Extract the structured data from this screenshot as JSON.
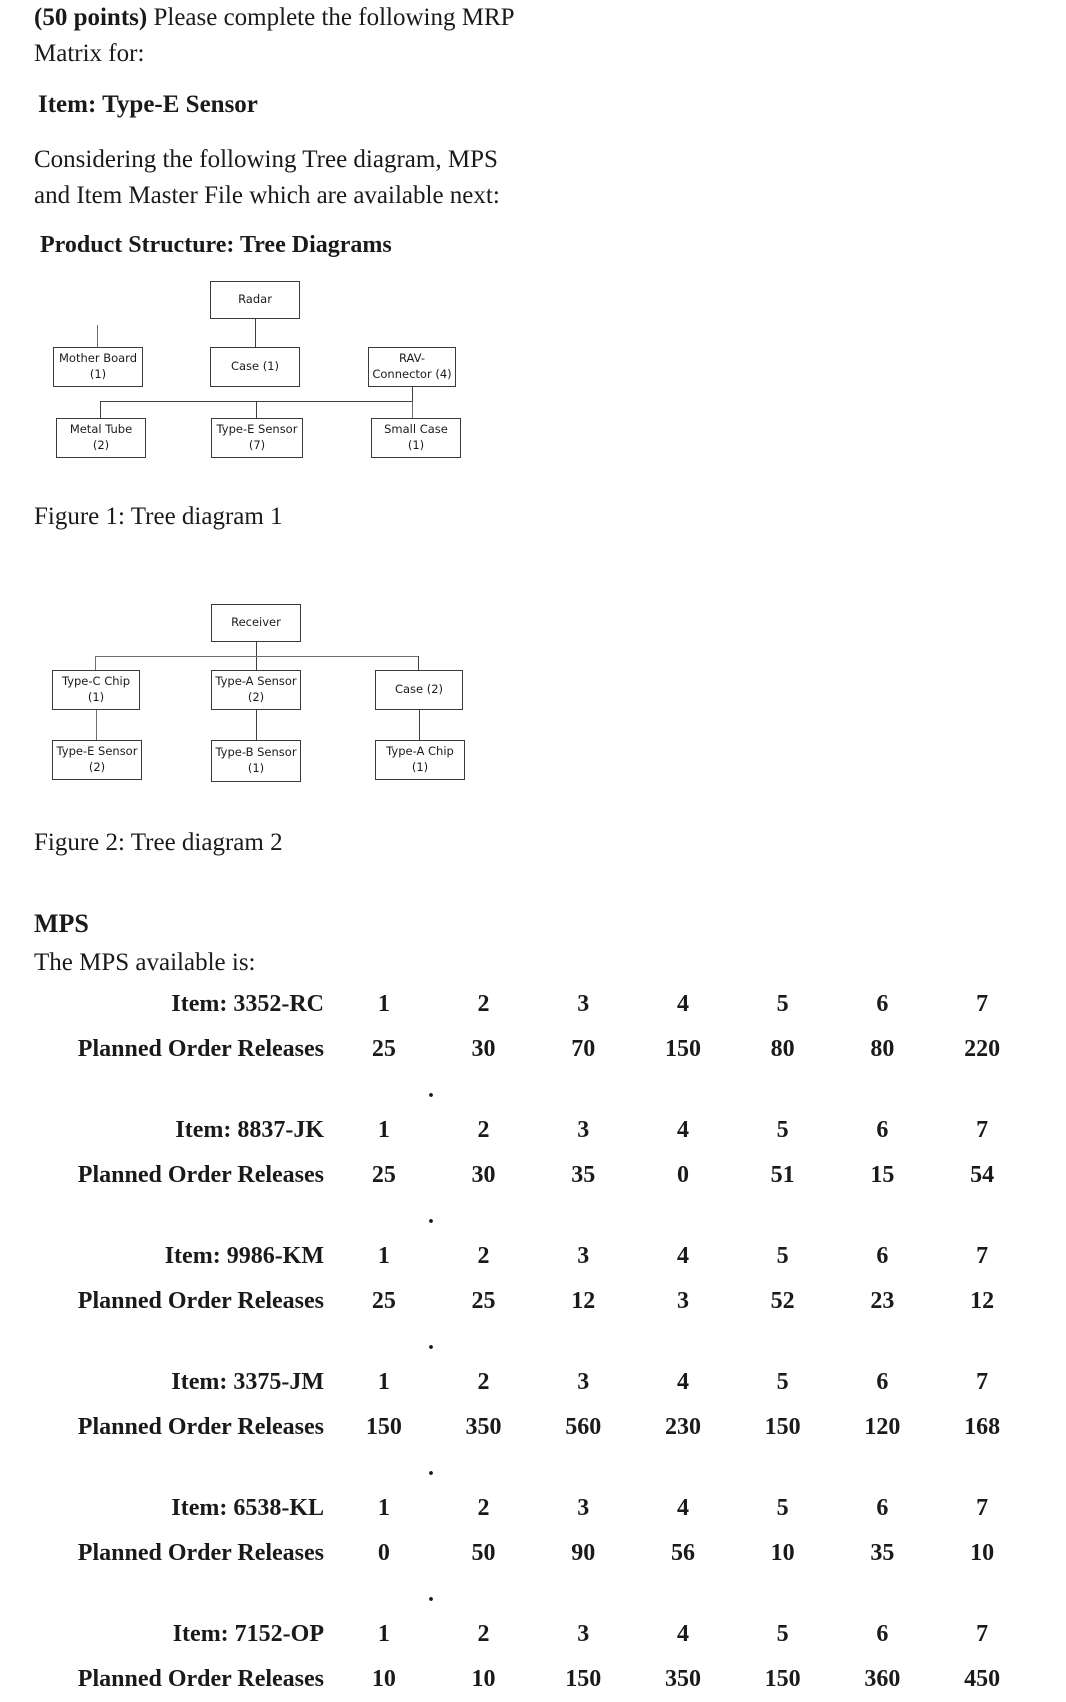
{
  "intro": {
    "points_label": "(50 points)",
    "prompt_rest": " Please complete the following MRP Matrix for:",
    "item_line": "Item: Type-E Sensor",
    "considering": "Considering the following Tree diagram, MPS and Item Master File which are available next:",
    "product_structure_heading": "Product Structure: Tree Diagrams"
  },
  "figure1": {
    "caption": "Figure 1: Tree diagram 1",
    "nodes": {
      "root": "Radar",
      "mother_board": "Mother Board (1)",
      "case": "Case (1)",
      "rav_connector": "RAV-Connector (4)",
      "metal_tube": "Metal Tube (2)",
      "type_e_sensor": "Type-E Sensor (7)",
      "small_case": "Small Case (1)"
    }
  },
  "figure2": {
    "caption": "Figure 2: Tree diagram 2",
    "nodes": {
      "root": "Receiver",
      "type_c_chip": "Type-C Chip (1)",
      "type_a_sensor": "Type-A Sensor (2)",
      "case": "Case (2)",
      "type_e_sensor": "Type-E Sensor (2)",
      "type_b_sensor": "Type-B Sensor (1)",
      "type_a_chip": "Type-A Chip (1)"
    }
  },
  "mps": {
    "title": "MPS",
    "subtitle": "The MPS available is:",
    "releases_label": "Planned Order Releases",
    "separator": ".",
    "tables": [
      {
        "item_label": "Item: 3352-RC",
        "periods": [
          "1",
          "2",
          "3",
          "4",
          "5",
          "6",
          "7"
        ],
        "releases": [
          "25",
          "30",
          "70",
          "150",
          "80",
          "80",
          "220"
        ]
      },
      {
        "item_label": "Item: 8837-JK",
        "periods": [
          "1",
          "2",
          "3",
          "4",
          "5",
          "6",
          "7"
        ],
        "releases": [
          "25",
          "30",
          "35",
          "0",
          "51",
          "15",
          "54"
        ]
      },
      {
        "item_label": "Item: 9986-KM",
        "periods": [
          "1",
          "2",
          "3",
          "4",
          "5",
          "6",
          "7"
        ],
        "releases": [
          "25",
          "25",
          "12",
          "3",
          "52",
          "23",
          "12"
        ]
      },
      {
        "item_label": "Item: 3375-JM",
        "periods": [
          "1",
          "2",
          "3",
          "4",
          "5",
          "6",
          "7"
        ],
        "releases": [
          "150",
          "350",
          "560",
          "230",
          "150",
          "120",
          "168"
        ]
      },
      {
        "item_label": "Item: 6538-KL",
        "periods": [
          "1",
          "2",
          "3",
          "4",
          "5",
          "6",
          "7"
        ],
        "releases": [
          "0",
          "50",
          "90",
          "56",
          "10",
          "35",
          "10"
        ]
      },
      {
        "item_label": "Item: 7152-OP",
        "periods": [
          "1",
          "2",
          "3",
          "4",
          "5",
          "6",
          "7"
        ],
        "releases": [
          "10",
          "10",
          "150",
          "350",
          "150",
          "360",
          "450"
        ]
      }
    ]
  }
}
